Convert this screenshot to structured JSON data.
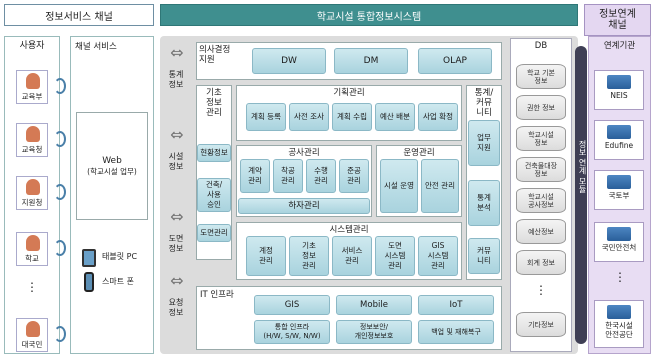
{
  "header": {
    "left": "정보서비스 채널",
    "center": "학교시설 통합정보시스템",
    "right": "정보연계\n채널"
  },
  "users": {
    "title": "사용자",
    "items": [
      "교육부",
      "교육청",
      "지원청",
      "학교",
      "⋮",
      "대국민"
    ]
  },
  "channel": {
    "title": "채널 서비스",
    "web": "Web",
    "web_sub": "(학교시설 업무)",
    "tablet": "태블릿 PC",
    "phone": "스마트 폰"
  },
  "flows": [
    "통계\n정보",
    "시설\n정보",
    "도면\n정보",
    "요청\n정보"
  ],
  "decision": {
    "title": "의사결정\n지원",
    "items": [
      "DW",
      "DM",
      "OLAP"
    ]
  },
  "left_col": {
    "base": "기초\n정보\n관리",
    "status": "현황정보",
    "build": "건축/\n사용\n승인",
    "drawing": "도면관리"
  },
  "planning": {
    "title": "기획관리",
    "items": [
      "계획 등록",
      "사전 조사",
      "계획 수립",
      "예산 배분",
      "사업 확정"
    ]
  },
  "construction": {
    "title": "공사관리",
    "items": [
      "계약\n관리",
      "착공\n관리",
      "수행\n관리",
      "준공\n관리"
    ]
  },
  "operation": {
    "title": "운영관리",
    "items": [
      "시설 운영",
      "안전 관리"
    ]
  },
  "subcontract": "하자관리",
  "system": {
    "title": "시스템관리",
    "items": [
      "계정\n관리",
      "기초\n정보\n관리",
      "서비스\n관리",
      "도면\n시스템\n관리",
      "GIS\n시스템\n관리"
    ]
  },
  "right_col": {
    "title": "통계/\n커뮤\n니티",
    "items": [
      "업무\n지원",
      "통계\n분석",
      "커뮤\n니티"
    ]
  },
  "infra": {
    "title": "IT 인프라",
    "top": [
      "GIS",
      "Mobile",
      "IoT"
    ],
    "bottom": [
      "통합 인프라\n(H/W, S/W, N/W)",
      "정보보안/\n개인정보보호",
      "백업 및 재해복구"
    ]
  },
  "db": {
    "title": "DB",
    "items": [
      "학교 기본\n정보",
      "권한 정보",
      "학교시설\n정보",
      "건축물대장\n정보",
      "학교시설\n공사정보",
      "예산정보",
      "회계 정보",
      "⋮",
      "기타정보"
    ]
  },
  "bus": "정보 연계 모듈",
  "agencies": {
    "title": "연계기관",
    "items": [
      "NEIS",
      "Edufine",
      "국토부",
      "국민안전처",
      "⋮",
      "한국시설\n안전공단"
    ]
  }
}
